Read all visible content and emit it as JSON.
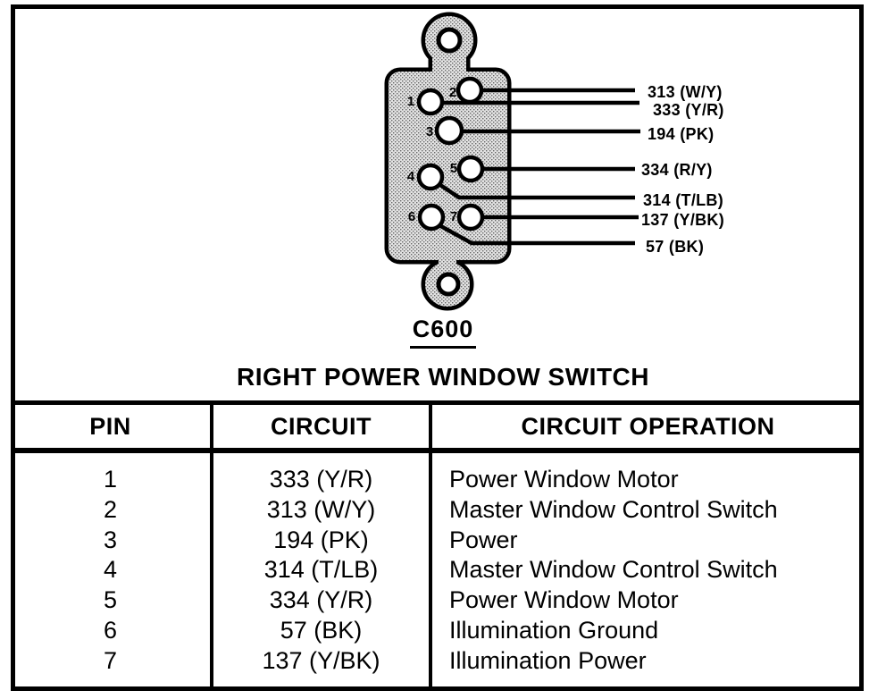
{
  "diagram": {
    "connector_id": "C600",
    "title": "RIGHT POWER WINDOW SWITCH",
    "pins": [
      {
        "number": "1"
      },
      {
        "number": "2"
      },
      {
        "number": "3"
      },
      {
        "number": "4"
      },
      {
        "number": "5"
      },
      {
        "number": "6"
      },
      {
        "number": "7"
      }
    ],
    "wire_labels": [
      "313 (W/Y)",
      "333 (Y/R)",
      "194 (PK)",
      "334 (R/Y)",
      "314 (T/LB)",
      "137 (Y/BK)",
      "57 (BK)"
    ]
  },
  "table": {
    "headers": [
      "PIN",
      "CIRCUIT",
      "CIRCUIT OPERATION"
    ],
    "rows": [
      {
        "pin": "1",
        "circuit": "333 (Y/R)",
        "operation": "Power Window Motor"
      },
      {
        "pin": "2",
        "circuit": "313 (W/Y)",
        "operation": "Master Window Control Switch"
      },
      {
        "pin": "3",
        "circuit": "194 (PK)",
        "operation": "Power"
      },
      {
        "pin": "4",
        "circuit": "314 (T/LB)",
        "operation": "Master Window Control Switch"
      },
      {
        "pin": "5",
        "circuit": "334 (Y/R)",
        "operation": "Power Window Motor"
      },
      {
        "pin": "6",
        "circuit": "57 (BK)",
        "operation": "Illumination Ground"
      },
      {
        "pin": "7",
        "circuit": "137 (Y/BK)",
        "operation": "Illumination Power"
      }
    ]
  },
  "colors": {
    "line": "#000000",
    "connector_fill_base": "#e3e3e3",
    "connector_stipple_dot": "#666666",
    "background": "#ffffff"
  }
}
